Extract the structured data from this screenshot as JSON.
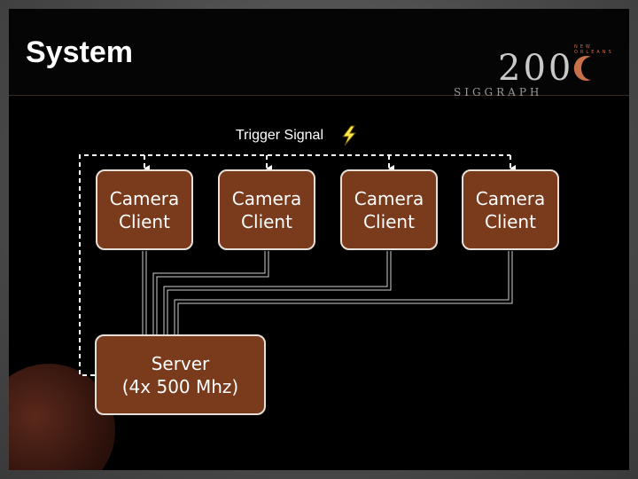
{
  "slide": {
    "title": "System"
  },
  "logo": {
    "year": "200",
    "city": "NEW ORLEANS",
    "name": "SIGGRAPH"
  },
  "diagram": {
    "trigger_label": "Trigger Signal",
    "camera_clients": [
      {
        "line1": "Camera",
        "line2": "Client"
      },
      {
        "line1": "Camera",
        "line2": "Client"
      },
      {
        "line1": "Camera",
        "line2": "Client"
      },
      {
        "line1": "Camera",
        "line2": "Client"
      }
    ],
    "server": {
      "line1": "Server",
      "line2": "(4x 500 Mhz)"
    }
  },
  "colors": {
    "node_fill": "#7a3a1c",
    "node_border": "#e8e0d8",
    "wire": "#d8d8d8",
    "background": "#000000"
  }
}
